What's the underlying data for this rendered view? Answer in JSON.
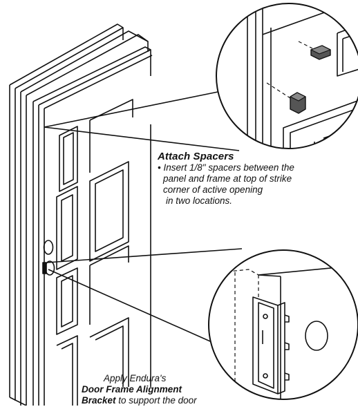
{
  "spacers": {
    "title": "Attach Spacers",
    "bullet": "•",
    "line1": "Insert 1/8\" spacers between the",
    "line2": "panel and frame at top of strike",
    "line3": "corner of active opening",
    "line4": "in two locations."
  },
  "bracket": {
    "line1": "Apply Endura's",
    "line2": "Door Frame Alignment",
    "line3_bold": "Bracket",
    "line3_rest": " to support the door"
  },
  "colors": {
    "ink": "#111111",
    "paper": "#ffffff",
    "spacer": "#555555"
  }
}
